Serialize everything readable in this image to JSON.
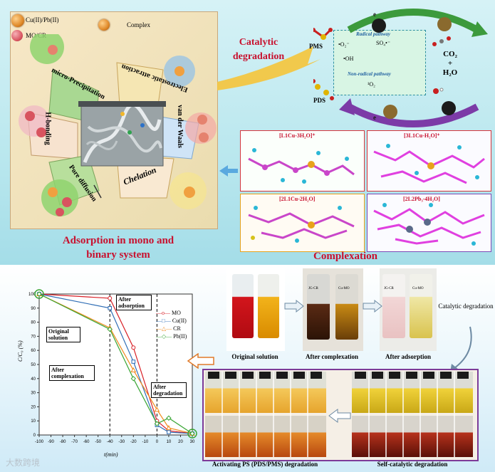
{
  "top": {
    "legend": {
      "metals": "Cu(II)/Pb(II)",
      "dyes": "MO/CR",
      "complex": "Complex"
    },
    "mechanisms": {
      "precipitation": "micro-Precipitation",
      "electrostatic": "Electrostatic attraction",
      "hbond": "H-bonding",
      "vdw": "van der Waals",
      "pore": "Pore diffusion",
      "chelation": "Chelation"
    },
    "adsorption_title": "Adsorption in mono and binary system",
    "catalytic_title": "Catalytic degradation",
    "radical_pathway": "Radical pathway",
    "nonradical_pathway": "Non-radical pathway",
    "pms": "PMS",
    "pds": "PDS",
    "electron": "e",
    "products": {
      "co2": "CO₂",
      "plus": "+",
      "h2o": "H₂O"
    },
    "species": {
      "o2": "•O₂⁻",
      "so4": "SO₄•⁻",
      "oh": "•OH",
      "singlet": "¹O₂"
    },
    "complexes": [
      "[L1Cu-3H₂O]⁺",
      "[3L1Cu-H₂O]⁺",
      "[2L1Cu-2H₂O]",
      "[2L2Pb₃-4H₂O]"
    ],
    "complexation_title": "Complexation"
  },
  "bottom": {
    "photo_captions": {
      "original": "Original solution",
      "complexation": "After complexation",
      "adsorption": "After adsorption",
      "catalytic": "Catalytic degradation",
      "activating": "Activating PS (PDS/PMS) degradation",
      "self": "Self-catalytic degradation"
    },
    "bottle_labels": {
      "cr": "JG-CR",
      "cu": "Cu-MO"
    }
  },
  "chart_data": {
    "type": "line",
    "xlabel": "t(min)",
    "ylabel": "C/C₀ (%)",
    "xlim": [
      -100,
      30
    ],
    "ylim": [
      0,
      100
    ],
    "xticks": [
      -100,
      -90,
      -80,
      -70,
      -60,
      -50,
      -40,
      -30,
      -20,
      -10,
      0,
      10,
      20,
      30
    ],
    "yticks": [
      0,
      10,
      20,
      30,
      40,
      50,
      60,
      70,
      80,
      90,
      100
    ],
    "x": [
      -100,
      -40,
      -20,
      0,
      10,
      30
    ],
    "series": [
      {
        "name": "MO",
        "color": "#d81f26",
        "marker": "circle",
        "values": [
          100,
          97,
          62,
          10,
          3,
          1
        ]
      },
      {
        "name": "Cu(II)",
        "color": "#2f6db5",
        "marker": "square",
        "values": [
          100,
          90,
          52,
          7,
          2,
          1
        ]
      },
      {
        "name": "CR",
        "color": "#f08a1c",
        "marker": "triangle",
        "values": [
          100,
          76,
          46,
          18,
          5,
          1
        ]
      },
      {
        "name": "Pb(II)",
        "color": "#3aa635",
        "marker": "diamond",
        "values": [
          100,
          75,
          40,
          8,
          12,
          1
        ]
      }
    ],
    "annotations": {
      "original": "Original solution",
      "after_adsorption": "After adsorption",
      "after_complexation": "After complexation",
      "after_degradation": "After degradation"
    }
  },
  "watermark": "大数跨境"
}
